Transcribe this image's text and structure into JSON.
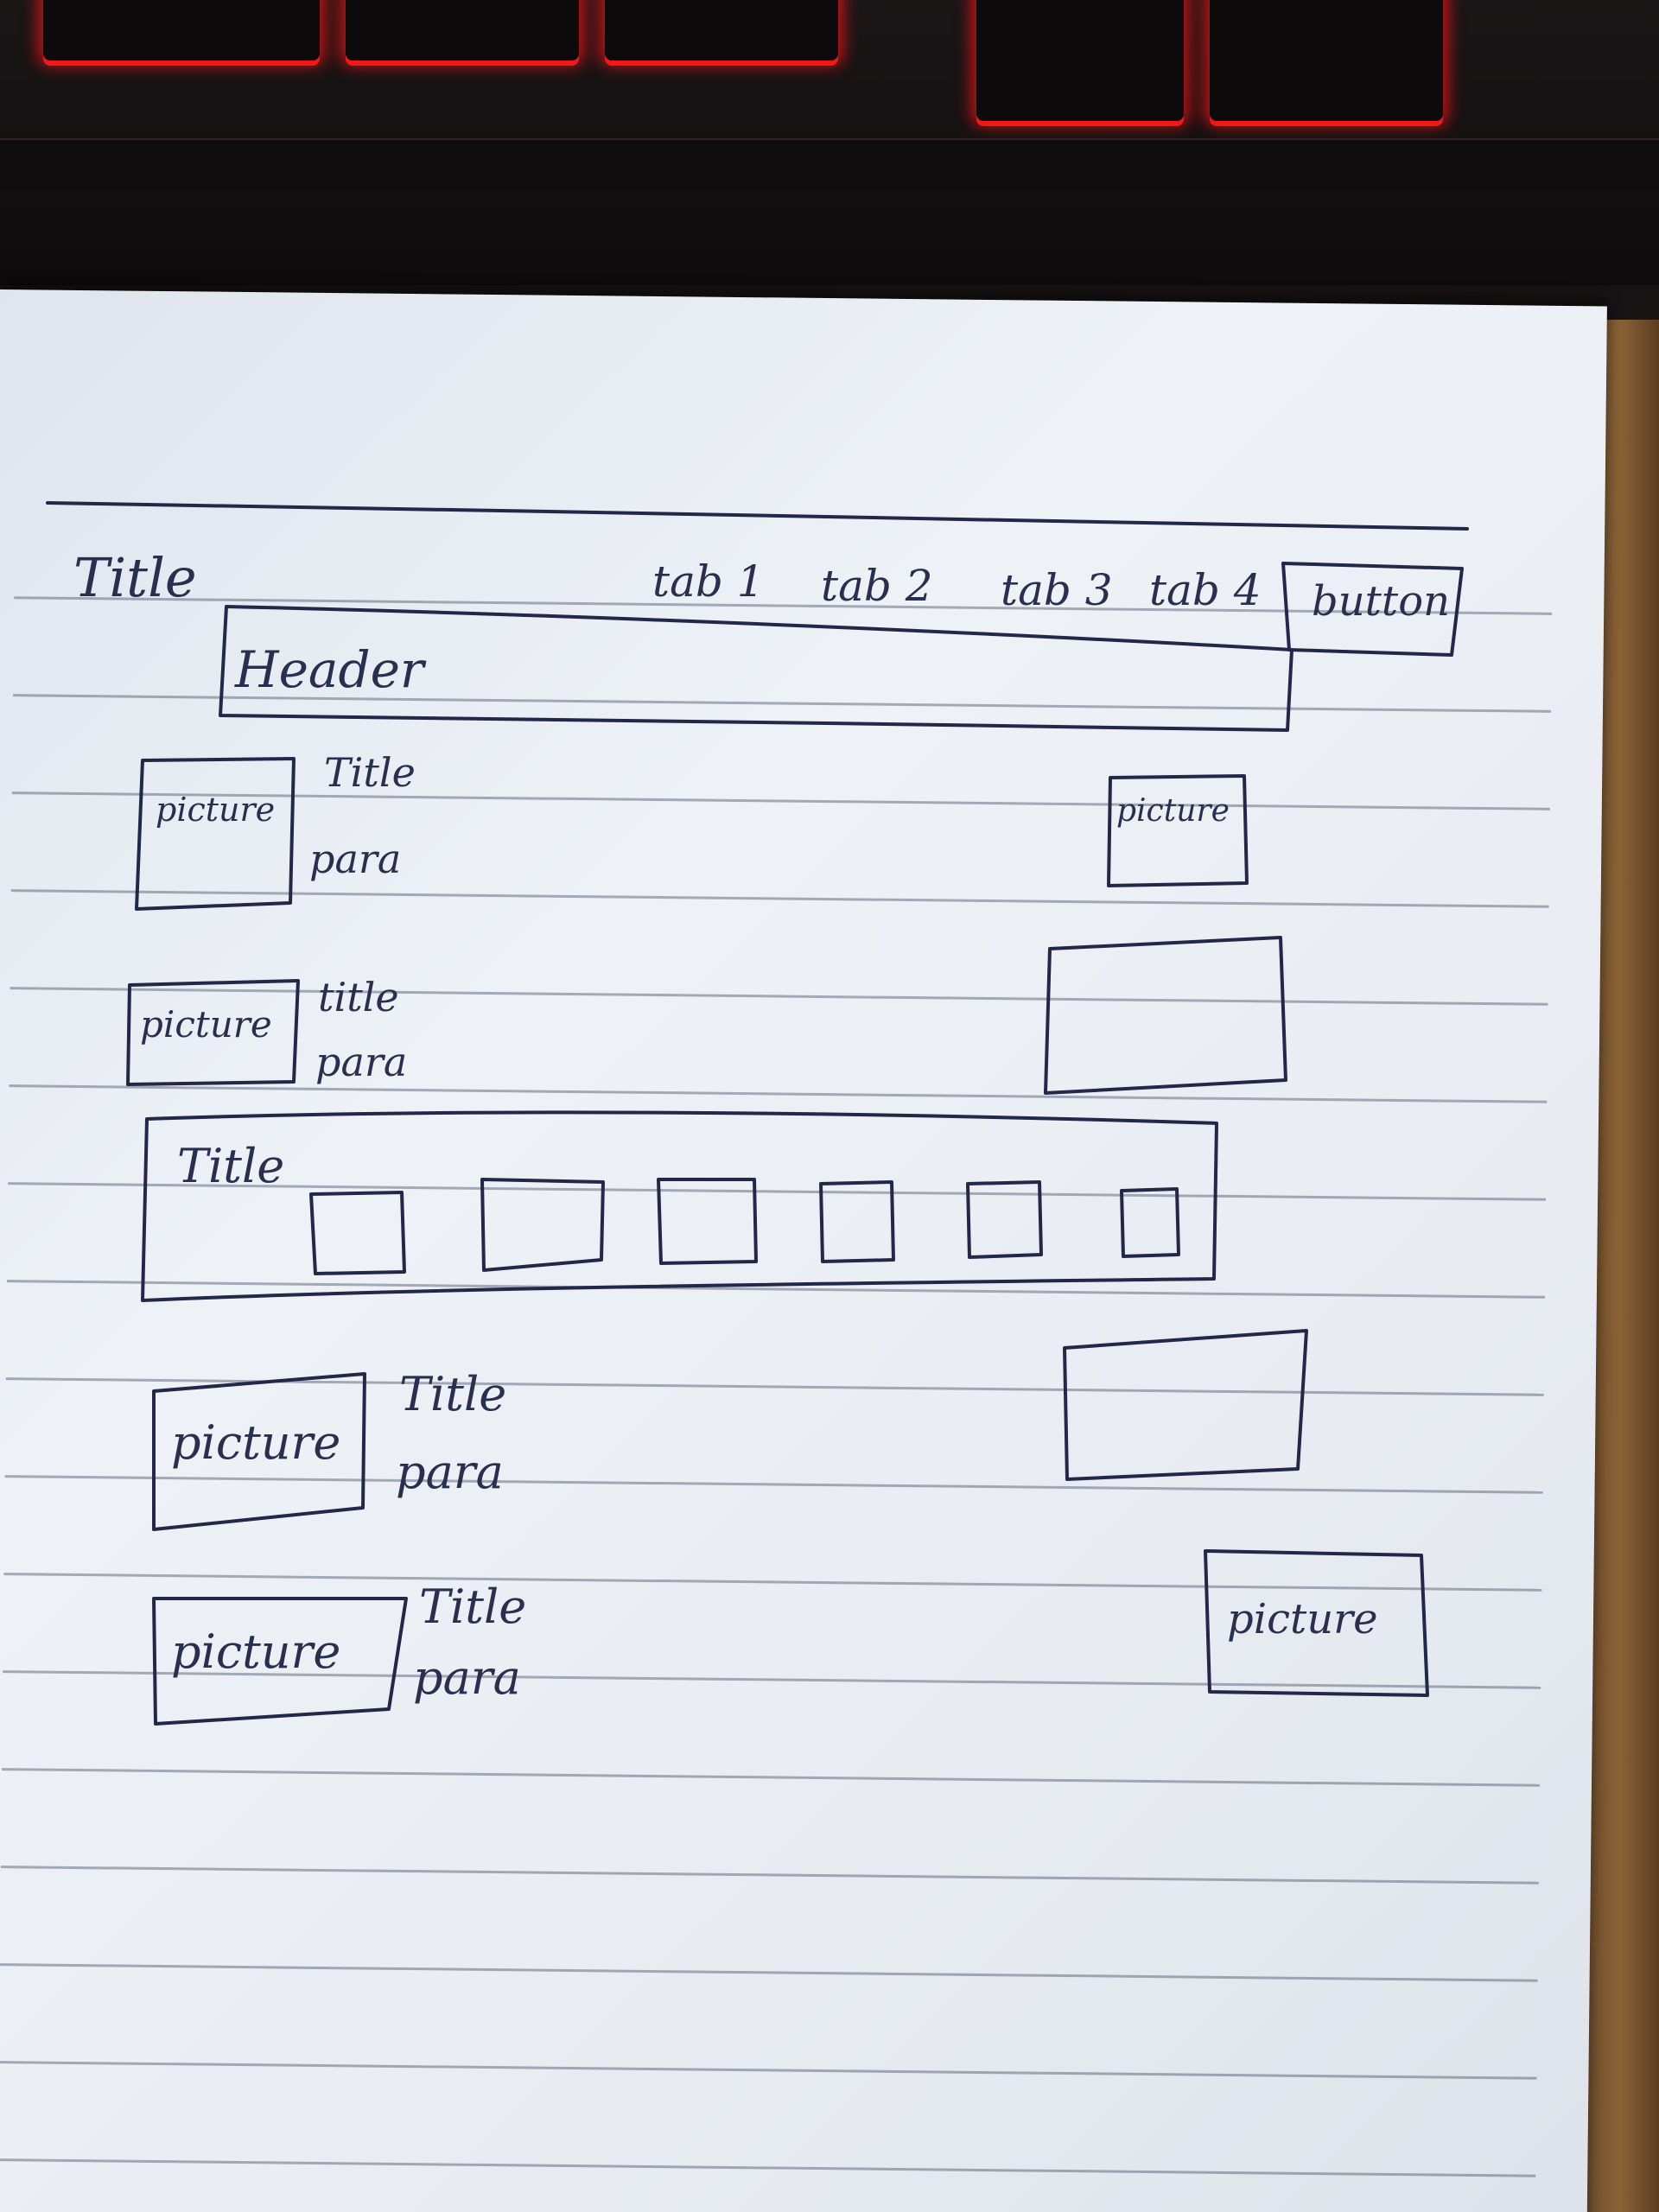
{
  "sketch": {
    "site_title": "Title",
    "tabs": [
      "tab 1",
      "tab 2",
      "tab 3",
      "tab 4"
    ],
    "button_label": "button",
    "header_label": "Header",
    "rows": [
      {
        "picture_label": "picture",
        "title": "Title",
        "para": "para",
        "side_label": "picture"
      },
      {
        "picture_label": "picture",
        "title": "title",
        "para": "para",
        "side_label": ""
      },
      {
        "picture_label": "picture",
        "title": "Title",
        "para": "para",
        "side_label": ""
      },
      {
        "picture_label": "picture",
        "title": "Title",
        "para": "para",
        "side_label": "picture"
      }
    ],
    "gallery_title": "Title",
    "ink_color": "#232748",
    "keyboard_glow": "#ff1e1e"
  }
}
